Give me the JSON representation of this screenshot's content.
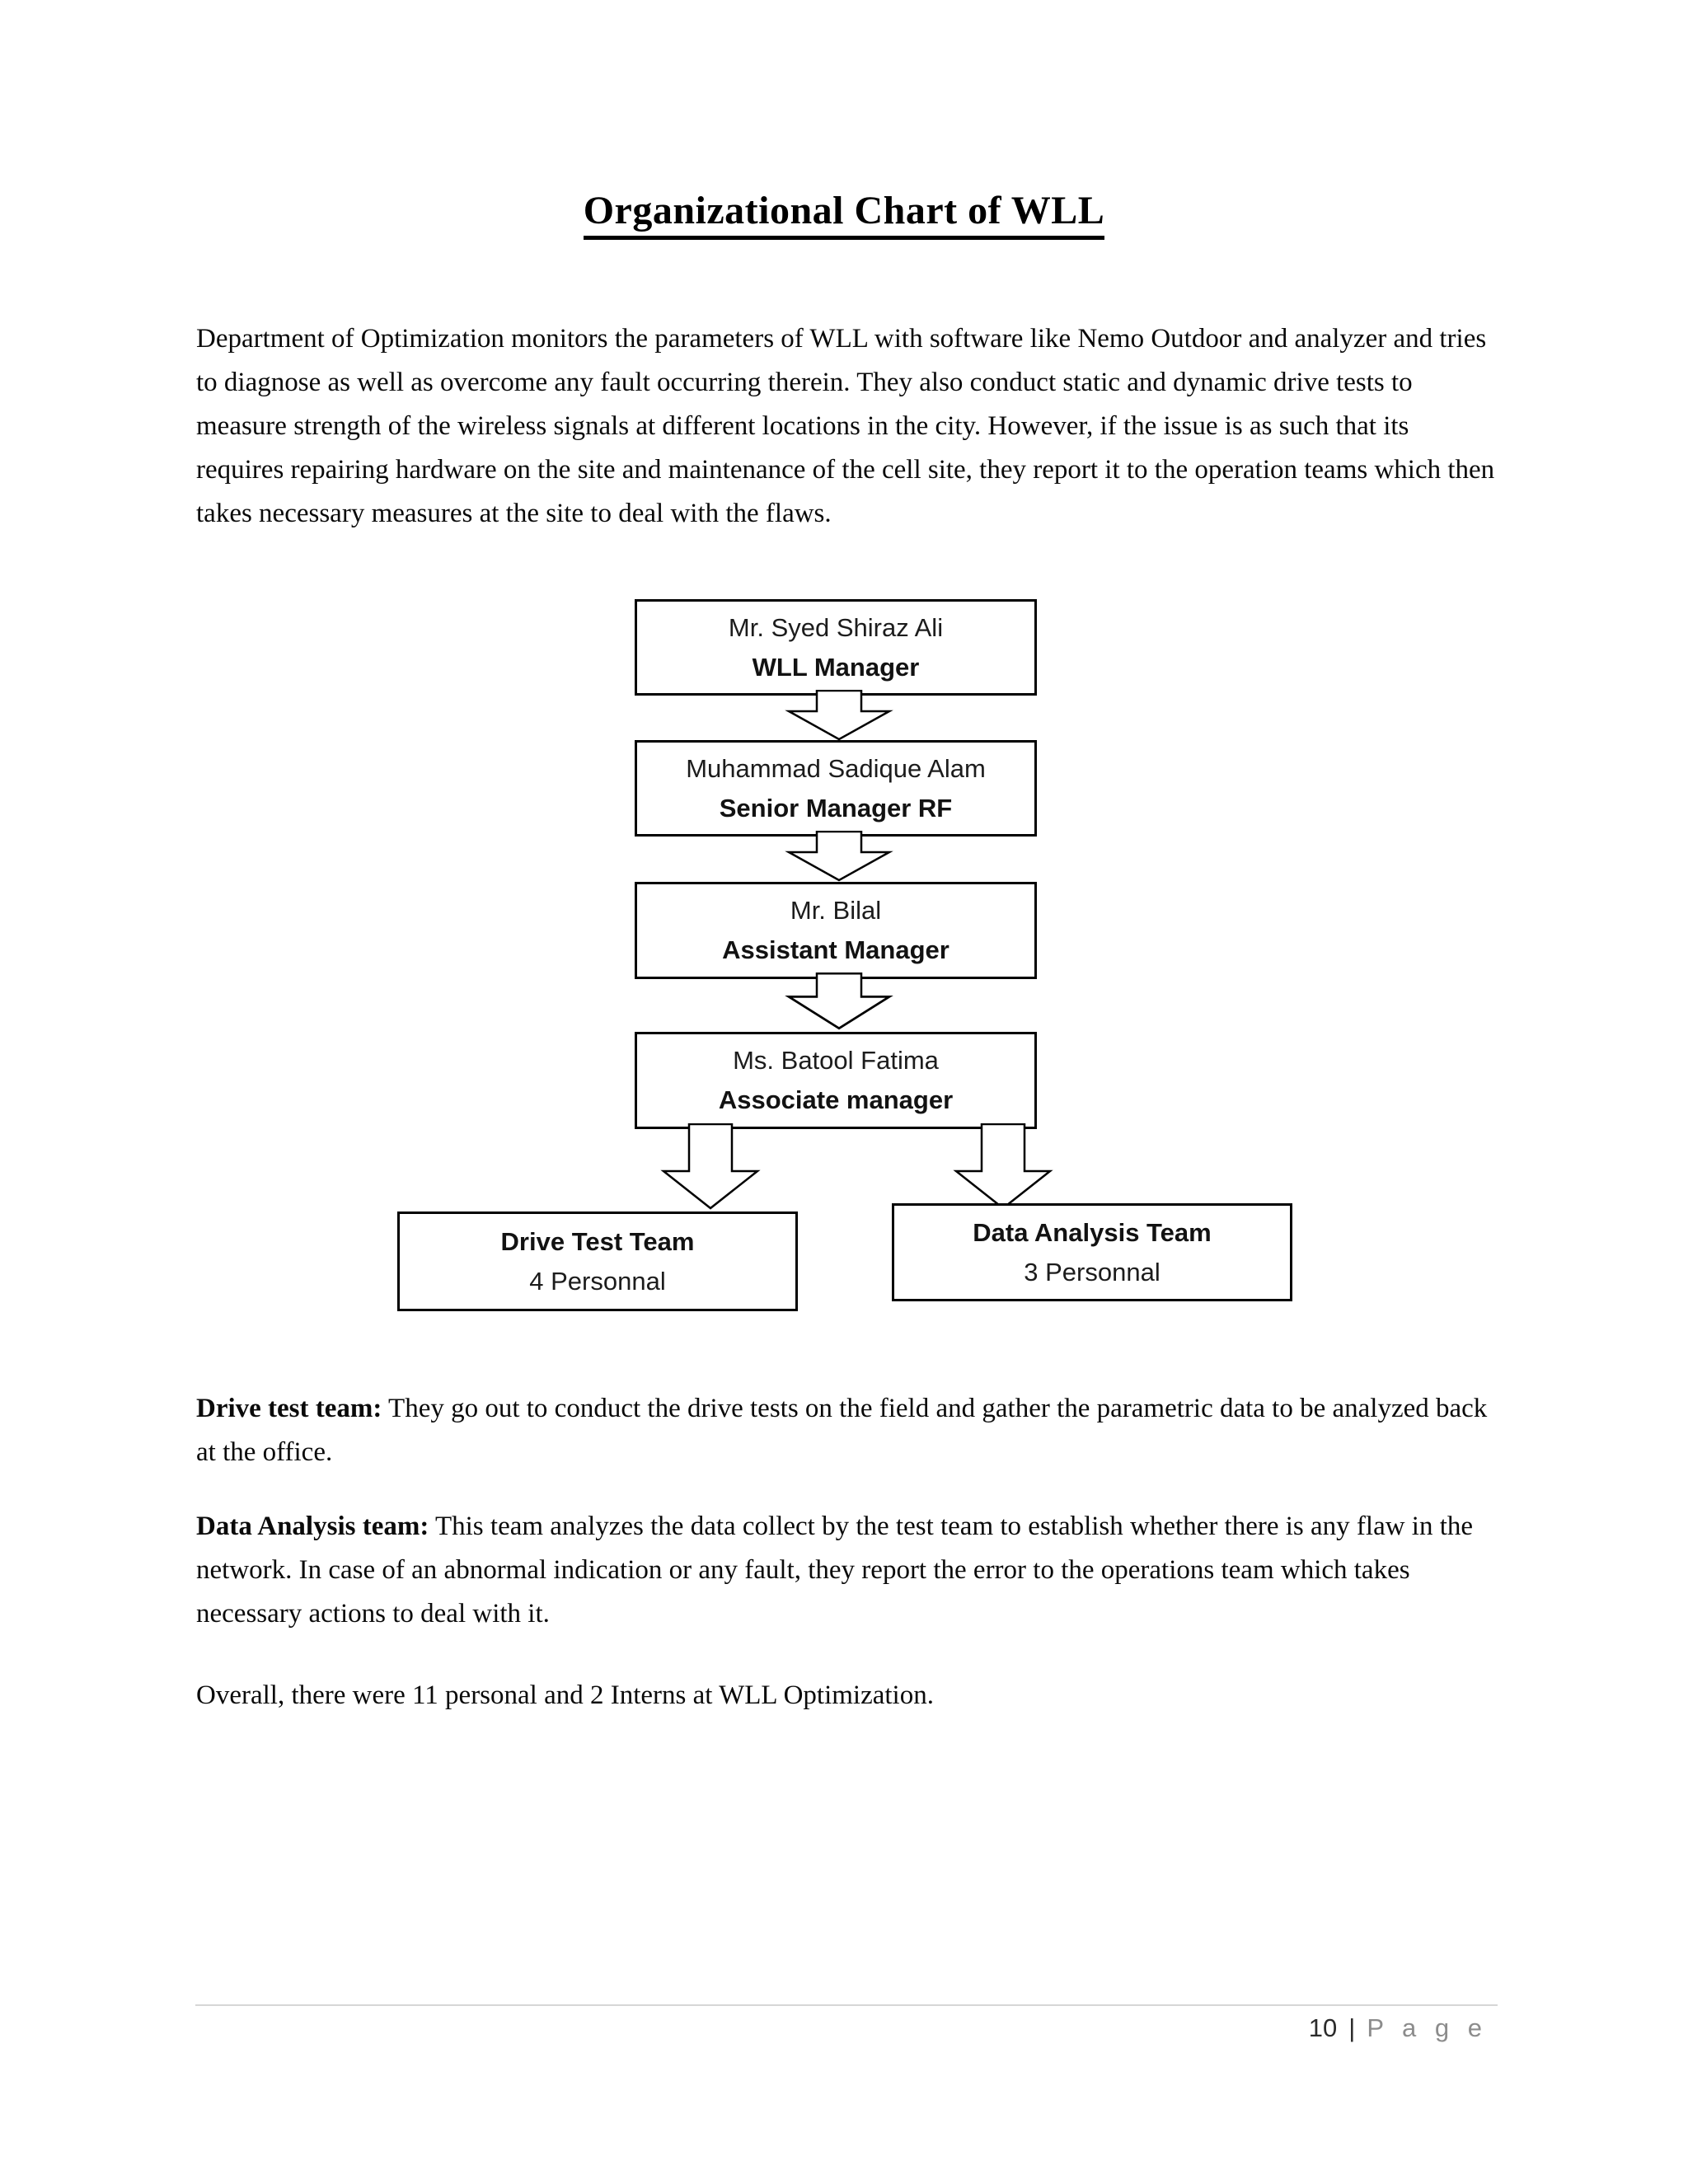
{
  "page": {
    "title": "Organizational Chart of WLL",
    "footer": {
      "page_number": "10",
      "separator": "|",
      "label": "P a g e"
    },
    "colors": {
      "text": "#0a0a0a",
      "box_border": "#000000",
      "footer_rule": "#d6d6d6",
      "footer_label_gray": "#8c8c8c"
    }
  },
  "paragraphs": {
    "intro": "Department of Optimization monitors the parameters of WLL with software like Nemo Outdoor and analyzer and tries to diagnose as well as overcome any fault occurring therein. They also conduct static and dynamic drive tests to measure strength of the wireless signals at different locations in the city. However, if the issue is as such that its requires repairing hardware on the site and maintenance of the cell site, they report it to the operation teams which then takes necessary measures at the site to deal with the flaws.",
    "drive_lead": "Drive test team:",
    "drive_body": " They go out to conduct the drive tests on the field and gather the parametric data to be analyzed back at the office.",
    "analysis_lead": "Data Analysis team:",
    "analysis_body": " This team analyzes the data collect by the test team to establish whether there is any flaw in the network. In case of an abnormal indication or any fault, they report the error to the operations team which takes necessary actions to deal with it.",
    "overall": "Overall, there were 11 personal and 2 Interns at WLL Optimization."
  },
  "org_chart": {
    "nodes": [
      {
        "name": "Mr. Syed Shiraz Ali",
        "role": "WLL Manager"
      },
      {
        "name": "Muhammad Sadique Alam",
        "role": "Senior Manager RF"
      },
      {
        "name": "Mr. Bilal",
        "role": "Assistant Manager"
      },
      {
        "name": "Ms. Batool Fatima",
        "role": "Associate manager"
      }
    ],
    "teams": [
      {
        "name": "Drive Test Team",
        "size": "4 Personnal"
      },
      {
        "name": "Data Analysis Team",
        "size": "3 Personnal"
      }
    ]
  }
}
